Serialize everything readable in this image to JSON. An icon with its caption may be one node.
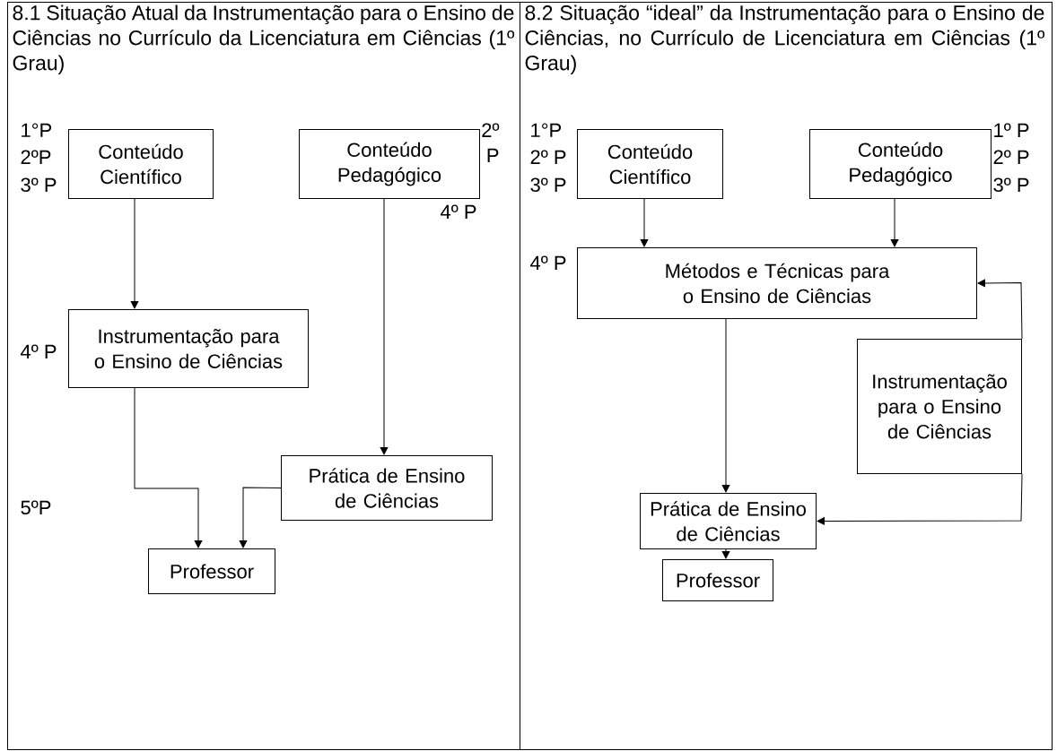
{
  "diagram": {
    "nodes": [
      {
        "text": [
          "8.1 Situação Atual da Instrumentação para o Ensino de Ciências no Currículo da Licenciatura em Ciências (1º Grau)"
        ]
      },
      {
        "text": [
          "Conteúdo Científico"
        ],
        "in": 0
      },
      {
        "text": [
          "Conteúdo Pedagógico"
        ],
        "in": 0
      },
      {
        "text": [
          "Instrumentação para o Ensino de Ciências"
        ],
        "in": 0
      },
      {
        "text": [
          "Prática de Ensino de Ciências"
        ],
        "in": 0
      },
      {
        "text": [
          "Professor"
        ],
        "in": 0
      },
      {
        "text": [
          "8.2  Situação “ideal” da Instrumentação para o Ensino de Ciências, no Currículo de Licenciatura em Ciências (1º Grau)"
        ]
      },
      {
        "text": [
          "Conteúdo Científico"
        ],
        "in": 6
      },
      {
        "text": [
          "Conteúdo Pedagógico"
        ],
        "in": 6
      },
      {
        "text": [
          "Métodos e Técnicas para o Ensino de Ciências"
        ],
        "in": 6
      },
      {
        "text": [
          "Instrumentação para o Ensino de Ciências"
        ],
        "in": 6
      },
      {
        "text": [
          "Prática de Ensino de Ciências"
        ],
        "in": 6
      },
      {
        "text": [
          "Professor"
        ],
        "in": 6
      }
    ],
    "edges": [
      {
        "from": 1,
        "to": 3,
        "arrow": "to"
      },
      {
        "from": 2,
        "to": 4,
        "arrow": "to"
      },
      {
        "from": 3,
        "to": 5,
        "arrow": "to"
      },
      {
        "from": 4,
        "to": 5,
        "arrow": "to"
      },
      {
        "from": 7,
        "to": 9,
        "arrow": "to"
      },
      {
        "from": 8,
        "to": 9,
        "arrow": "to"
      },
      {
        "from": 9,
        "to": 11,
        "arrow": "to"
      },
      {
        "from": 10,
        "to": 9,
        "arrow": "to"
      },
      {
        "from": 10,
        "to": 11,
        "arrow": "to"
      },
      {
        "from": 11,
        "to": 12,
        "arrow": "to"
      }
    ],
    "labels": [
      "1°P",
      "2º P",
      "2ºP",
      "3º P",
      "4º P",
      "4º P",
      "5ºP",
      "1°P",
      "1º P",
      "2º P",
      "2º P",
      "3º P",
      "3º P",
      "4º P"
    ]
  }
}
